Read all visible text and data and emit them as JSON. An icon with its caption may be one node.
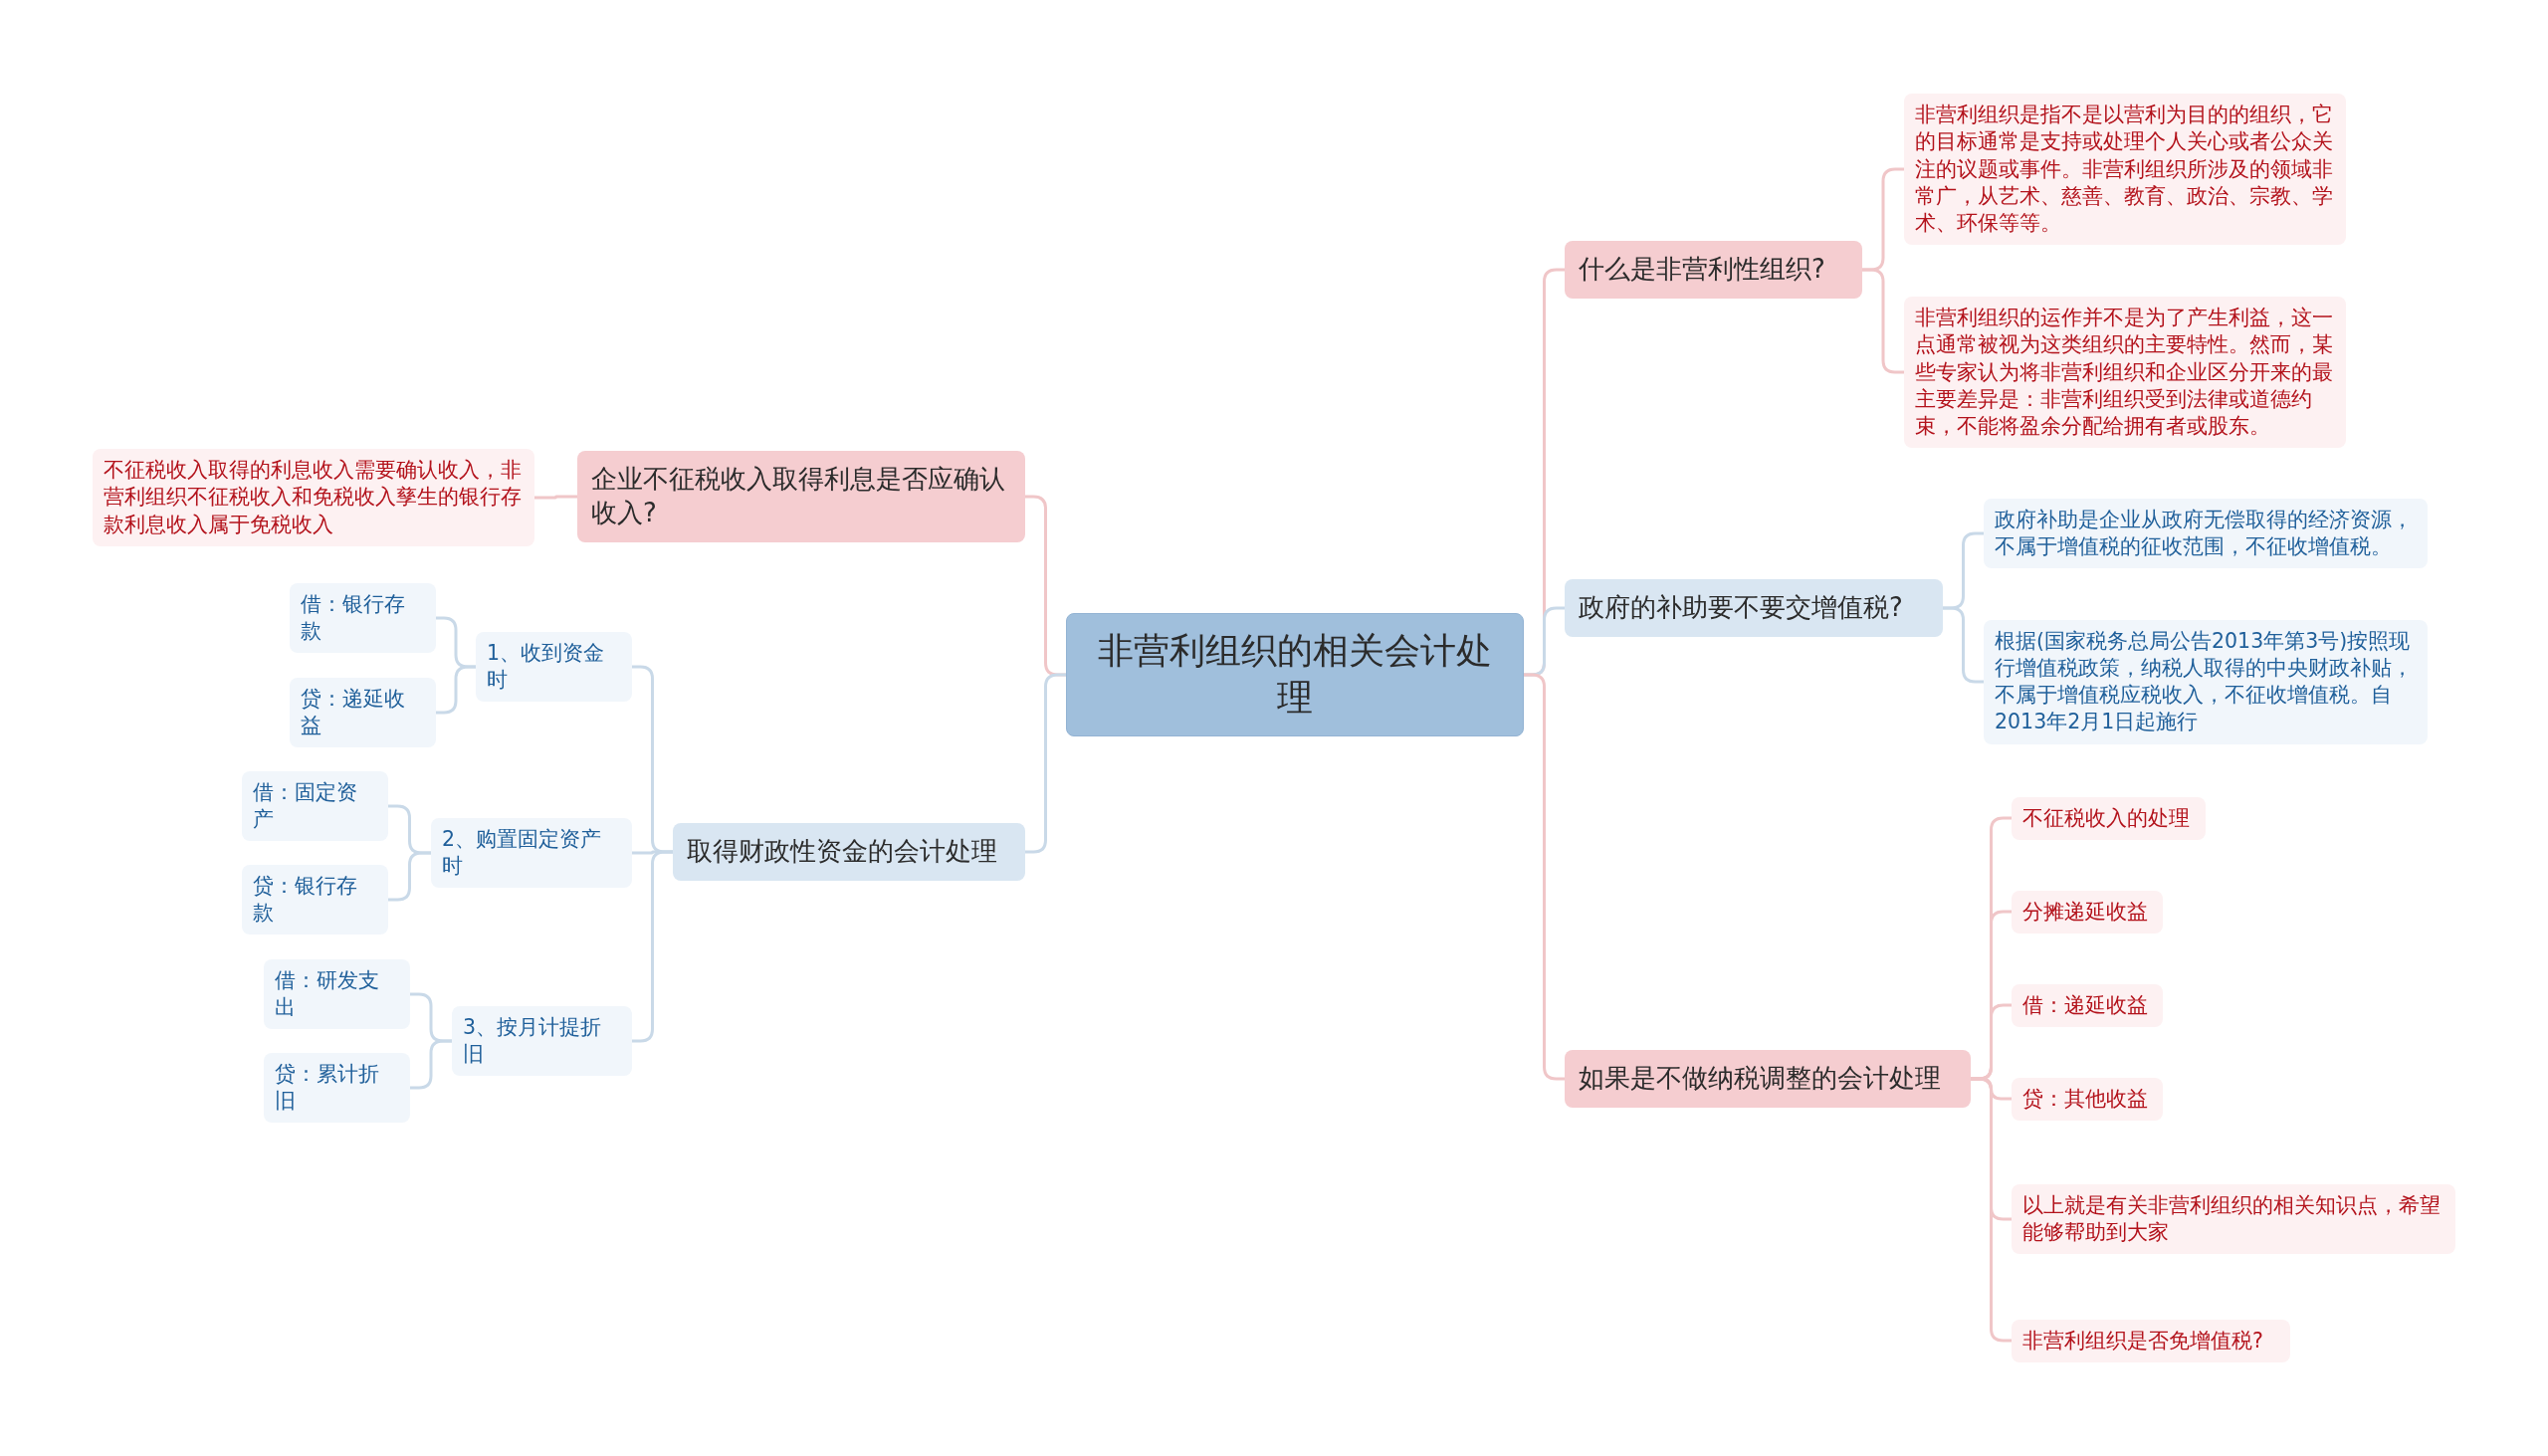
{
  "diagram": {
    "nodes": [
      {
        "text": [
          "非营利组织的相关会计处理"
        ]
      },
      {
        "text": [
          "什么是非营利性组织?"
        ]
      },
      {
        "text": [
          "非营利组织是指不是以营利为目的的组织，它的目标通常是支持或处理个人关心或者公众关注的议题或事件。非营利组织所涉及的领域非常广，从艺术、慈善、教育、政治、宗教、学术、环保等等。"
        ]
      },
      {
        "text": [
          "非营利组织的运作并不是为了产生利益，这一点通常被视为这类组织的主要特性。然而，某些专家认为将非营利组织和企业区分开来的最主要差异是：非营利组织受到法律或道德约束，不能将盈余分配给拥有者或股东。"
        ]
      },
      {
        "text": [
          "政府的补助要不要交增值税?"
        ]
      },
      {
        "text": [
          "政府补助是企业从政府无偿取得的经济资源，不属于增值税的征收范围，不征收增值税。"
        ]
      },
      {
        "text": [
          "根据(国家税务总局公告2013年第3号)按照现行增值税政策，纳税人取得的中央财政补贴，不属于增值税应税收入，不征收增值税。自2013年2月1日起施行"
        ]
      },
      {
        "text": [
          "如果是不做纳税调整的会计处理"
        ]
      },
      {
        "text": [
          "不征税收入的处理"
        ]
      },
      {
        "text": [
          "分摊递延收益"
        ]
      },
      {
        "text": [
          "借：递延收益"
        ]
      },
      {
        "text": [
          "贷：其他收益"
        ]
      },
      {
        "text": [
          "以上就是有关非营利组织的相关知识点，希望能够帮助到大家"
        ]
      },
      {
        "text": [
          "非营利组织是否免增值税?"
        ]
      },
      {
        "text": [
          "企业不征税收入取得利息是否应确认收入?"
        ]
      },
      {
        "text": [
          "不征税收入取得的利息收入需要确认收入，非营利组织不征税收入和免税收入孳生的银行存款利息收入属于免税收入"
        ]
      },
      {
        "text": [
          "取得财政性资金的会计处理"
        ]
      },
      {
        "text": [
          "1、收到资金时"
        ]
      },
      {
        "text": [
          "借：银行存款"
        ]
      },
      {
        "text": [
          "贷：递延收益"
        ]
      },
      {
        "text": [
          "2、购置固定资产时"
        ]
      },
      {
        "text": [
          "借：固定资产"
        ]
      },
      {
        "text": [
          "贷：银行存款"
        ]
      },
      {
        "text": [
          "3、按月计提折旧"
        ]
      },
      {
        "text": [
          "借：研发支出"
        ]
      },
      {
        "text": [
          "贷：累计折旧"
        ]
      }
    ],
    "edges": [
      {
        "from": 0,
        "to": 1,
        "arrow": "none",
        "color": "#f0c6c8"
      },
      {
        "from": 1,
        "to": 2,
        "arrow": "none",
        "color": "#f0c6c8"
      },
      {
        "from": 1,
        "to": 3,
        "arrow": "none",
        "color": "#f0c6c8"
      },
      {
        "from": 0,
        "to": 4,
        "arrow": "none"
      },
      {
        "from": 4,
        "to": 5,
        "arrow": "none"
      },
      {
        "from": 4,
        "to": 6,
        "arrow": "none"
      },
      {
        "from": 0,
        "to": 7,
        "arrow": "none",
        "color": "#f0c6c8"
      },
      {
        "from": 7,
        "to": 8,
        "arrow": "none",
        "color": "#f0c6c8"
      },
      {
        "from": 7,
        "to": 9,
        "arrow": "none",
        "color": "#f0c6c8"
      },
      {
        "from": 7,
        "to": 10,
        "arrow": "none",
        "color": "#f0c6c8"
      },
      {
        "from": 7,
        "to": 11,
        "arrow": "none",
        "color": "#f0c6c8"
      },
      {
        "from": 7,
        "to": 12,
        "arrow": "none",
        "color": "#f0c6c8"
      },
      {
        "from": 7,
        "to": 13,
        "arrow": "none",
        "color": "#f0c6c8"
      },
      {
        "from": 0,
        "to": 14,
        "arrow": "none",
        "color": "#f0c6c8"
      },
      {
        "from": 14,
        "to": 15,
        "arrow": "none",
        "color": "#f0c6c8"
      },
      {
        "from": 0,
        "to": 16,
        "arrow": "none"
      },
      {
        "from": 16,
        "to": 17,
        "arrow": "none"
      },
      {
        "from": 17,
        "to": 18,
        "arrow": "none"
      },
      {
        "from": 17,
        "to": 19,
        "arrow": "none"
      },
      {
        "from": 16,
        "to": 20,
        "arrow": "none"
      },
      {
        "from": 20,
        "to": 21,
        "arrow": "none"
      },
      {
        "from": 20,
        "to": 22,
        "arrow": "none"
      },
      {
        "from": 16,
        "to": 23,
        "arrow": "none"
      },
      {
        "from": 23,
        "to": 24,
        "arrow": "none"
      },
      {
        "from": 23,
        "to": 25,
        "arrow": "none"
      }
    ]
  }
}
